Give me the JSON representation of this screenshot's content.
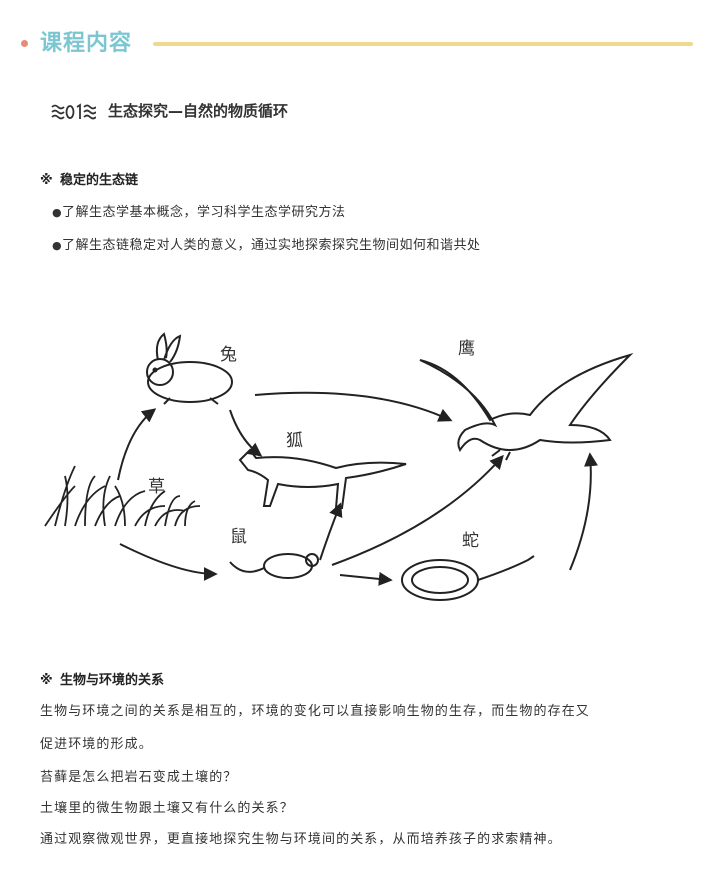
{
  "header": {
    "title": "课程内容"
  },
  "section": {
    "title": "生态探究—自然的物质循环"
  },
  "stable_chain": {
    "mark": "※",
    "title": "稳定的生态链",
    "bullets": [
      "了解生态学基本概念，学习科学生态学研究方法",
      "了解生态链稳定对人类的意义，通过实地探索探究生物间如何和谐共处"
    ]
  },
  "diagram": {
    "labels": {
      "rabbit": "兔",
      "eagle": "鹰",
      "fox": "狐",
      "grass": "草",
      "mouse": "鼠",
      "snake": "蛇"
    }
  },
  "relation": {
    "mark": "※",
    "title": "生物与环境的关系",
    "lines": [
      "生物与环境之间的关系是相互的，环境的变化可以直接影响生物的生存，而生物的存在又",
      "促进环境的形成。",
      "苔藓是怎么把岩石变成土壤的？",
      "土壤里的微生物跟土壤又有什么的关系？",
      "通过观察微观世界，更直接地探究生物与环境间的关系，从而培养孩子的求索精神。"
    ]
  },
  "colors": {
    "title": "#7cc6d2",
    "rule": "#efd98a",
    "dot": "#e88a7a"
  }
}
